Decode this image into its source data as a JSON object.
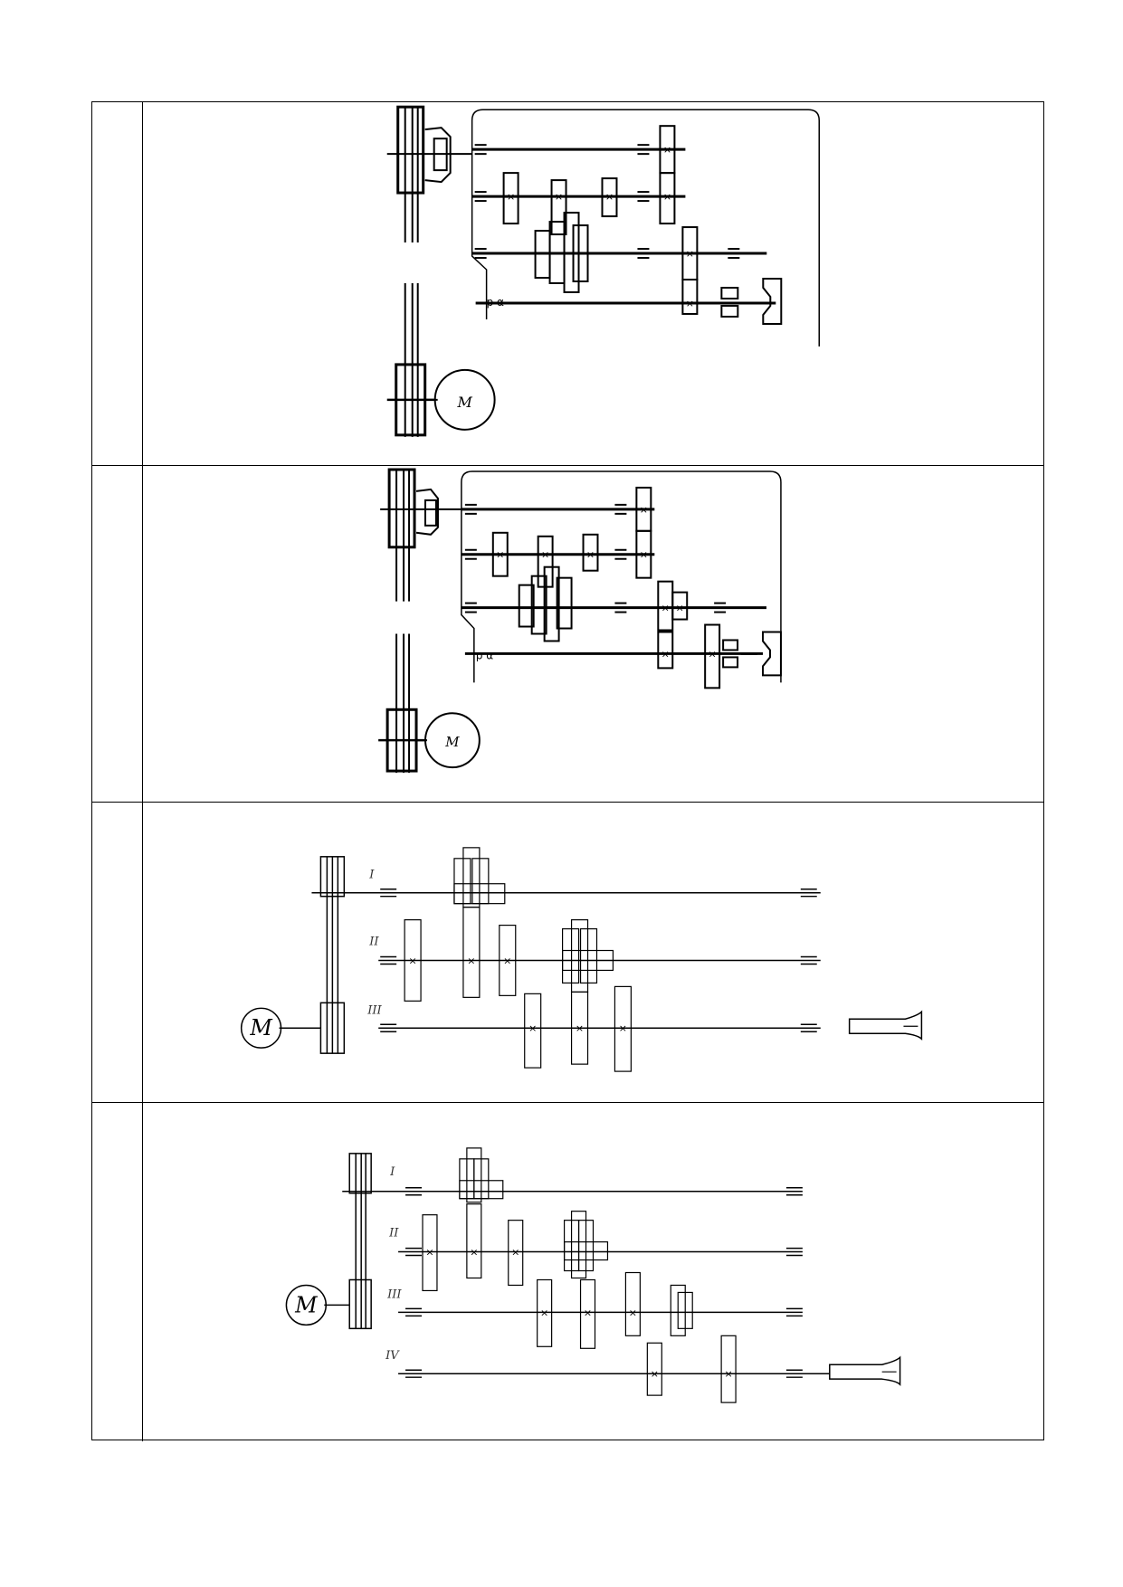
{
  "rows": [
    {
      "number": "",
      "motor_label": "M",
      "shaft_labels": []
    },
    {
      "number": "",
      "motor_label": "M",
      "shaft_labels": []
    },
    {
      "number": "",
      "motor_label": "M",
      "shaft_labels": [
        "I",
        "II",
        "III"
      ]
    },
    {
      "number": "",
      "motor_label": "M",
      "shaft_labels": [
        "I",
        "II",
        "III",
        "IV"
      ]
    }
  ]
}
